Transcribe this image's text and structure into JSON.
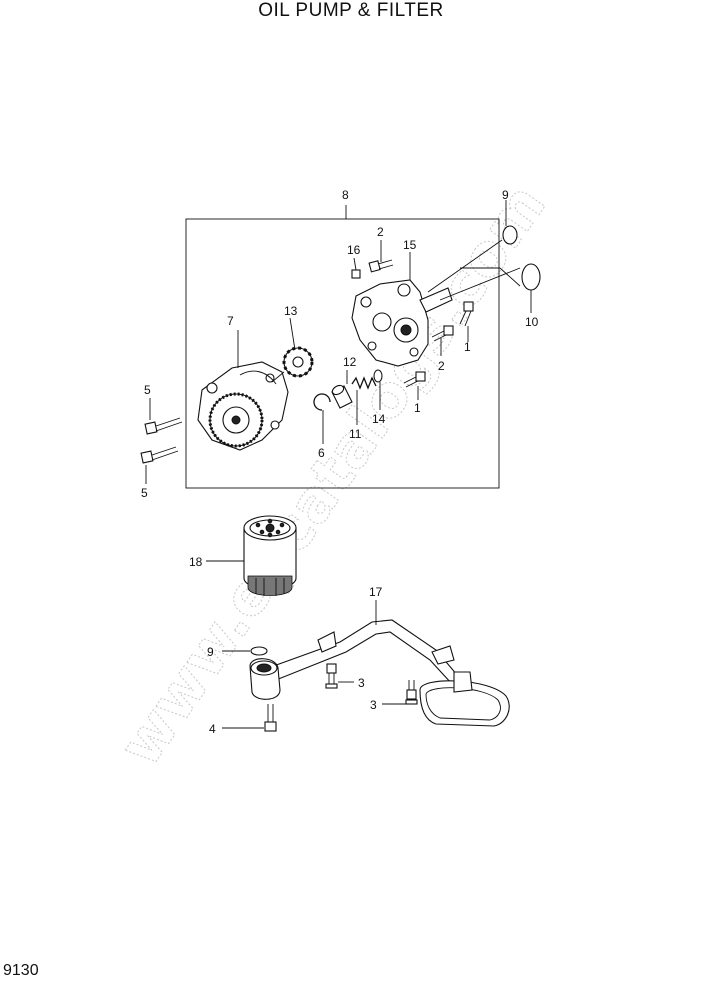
{
  "title": "OIL PUMP & FILTER",
  "page_number": "9130",
  "watermark": "www.epcatalogs.com",
  "callouts": {
    "c1a": "1",
    "c1b": "1",
    "c2a": "2",
    "c2b": "2",
    "c3a": "3",
    "c3b": "3",
    "c4": "4",
    "c5a": "5",
    "c5b": "5",
    "c6": "6",
    "c7": "7",
    "c8": "8",
    "c9a": "9",
    "c9b": "9",
    "c10": "10",
    "c11": "11",
    "c12": "12",
    "c13": "13",
    "c14": "14",
    "c15": "15",
    "c16": "16",
    "c17": "17",
    "c18": "18"
  }
}
